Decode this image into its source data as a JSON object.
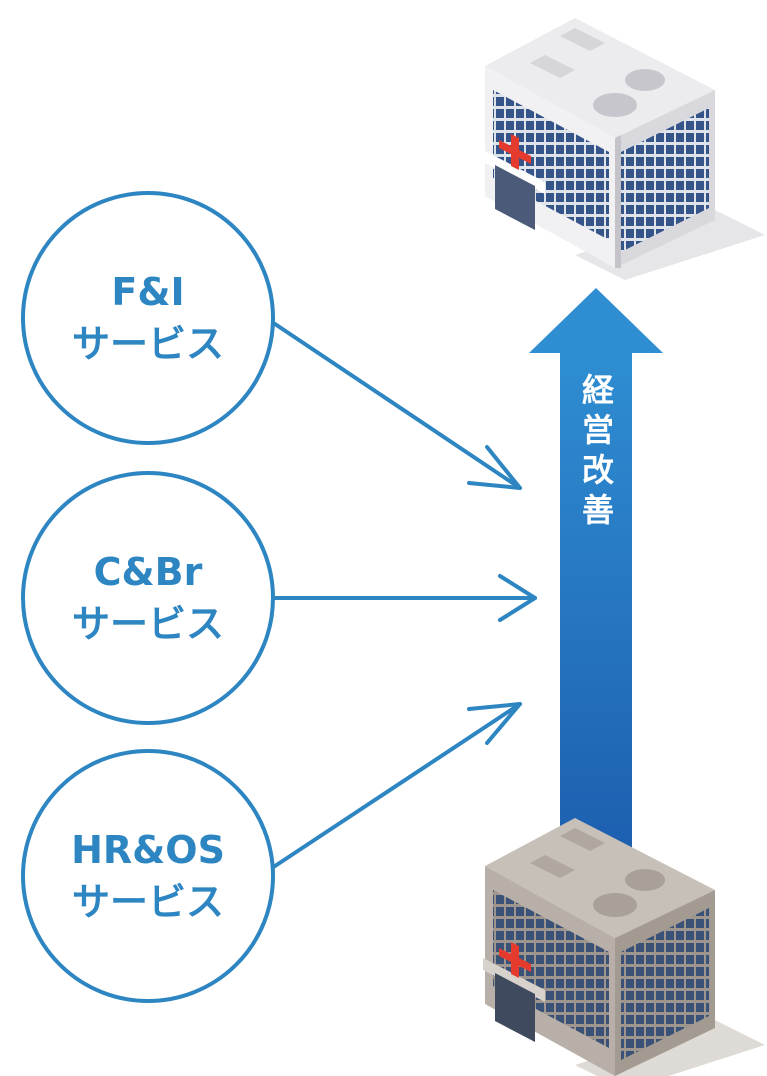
{
  "services": [
    {
      "line1": "F&I",
      "line2": "サービス"
    },
    {
      "line1": "C&Br",
      "line2": "サービス"
    },
    {
      "line1": "HR&OS",
      "line2": "サービス"
    }
  ],
  "arrow_label": [
    "経",
    "営",
    "改",
    "善"
  ],
  "colors": {
    "accent": "#2d86c2",
    "arrow_top": "#2f8ed2",
    "arrow_bottom": "#1d5fb0",
    "building_improved": "#f1f0f3",
    "building_before": "#b8b0a8",
    "cross": "#e53b2e"
  },
  "icons": {
    "building_top": "hospital-building-icon",
    "building_bottom": "hospital-building-icon"
  }
}
